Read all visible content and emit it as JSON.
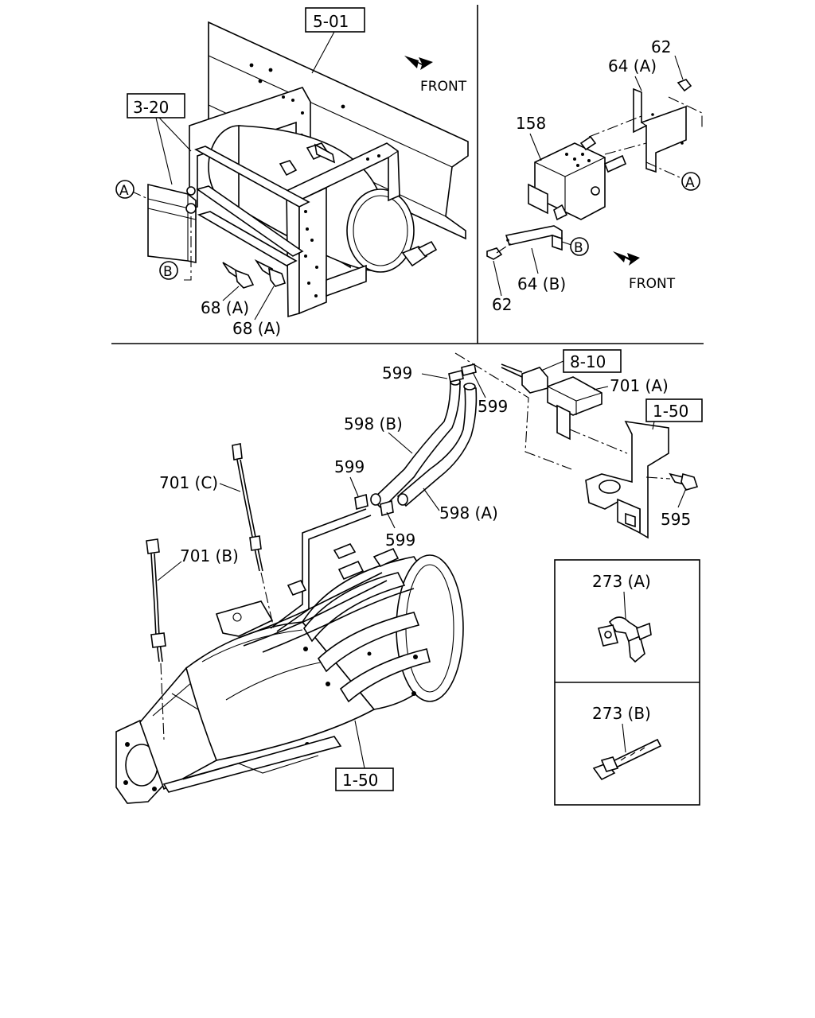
{
  "refs": {
    "r501": "5-01",
    "r320": "3-20",
    "r810": "8-10",
    "r150a": "1-50",
    "r150b": "1-50"
  },
  "markers": {
    "a": "A",
    "b": "B"
  },
  "labels": {
    "front": "FRONT",
    "p62": "62",
    "p64a": "64 (A)",
    "p64b": "64 (B)",
    "p158": "158",
    "p68a": "68 (A)",
    "p599": "599",
    "p598a": "598 (A)",
    "p598b": "598 (B)",
    "p701a": "701 (A)",
    "p701b": "701 (B)",
    "p701c": "701 (C)",
    "p595": "595",
    "p273a": "273 (A)",
    "p273b": "273 (B)"
  }
}
